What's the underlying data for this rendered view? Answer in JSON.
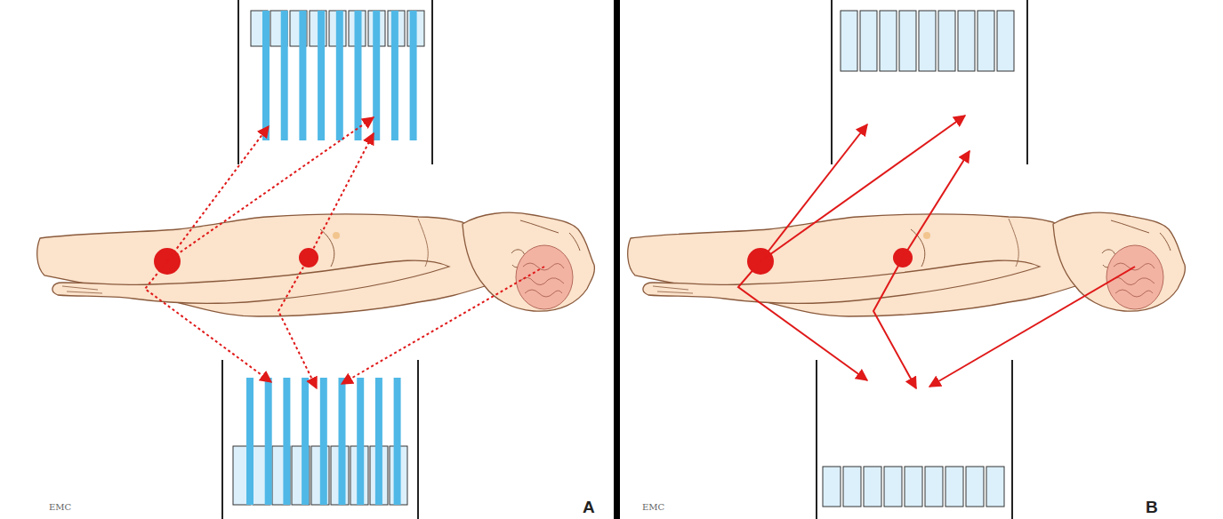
{
  "diagram": {
    "labels": [
      "EMC",
      "A",
      "EMC",
      "B"
    ]
  }
}
